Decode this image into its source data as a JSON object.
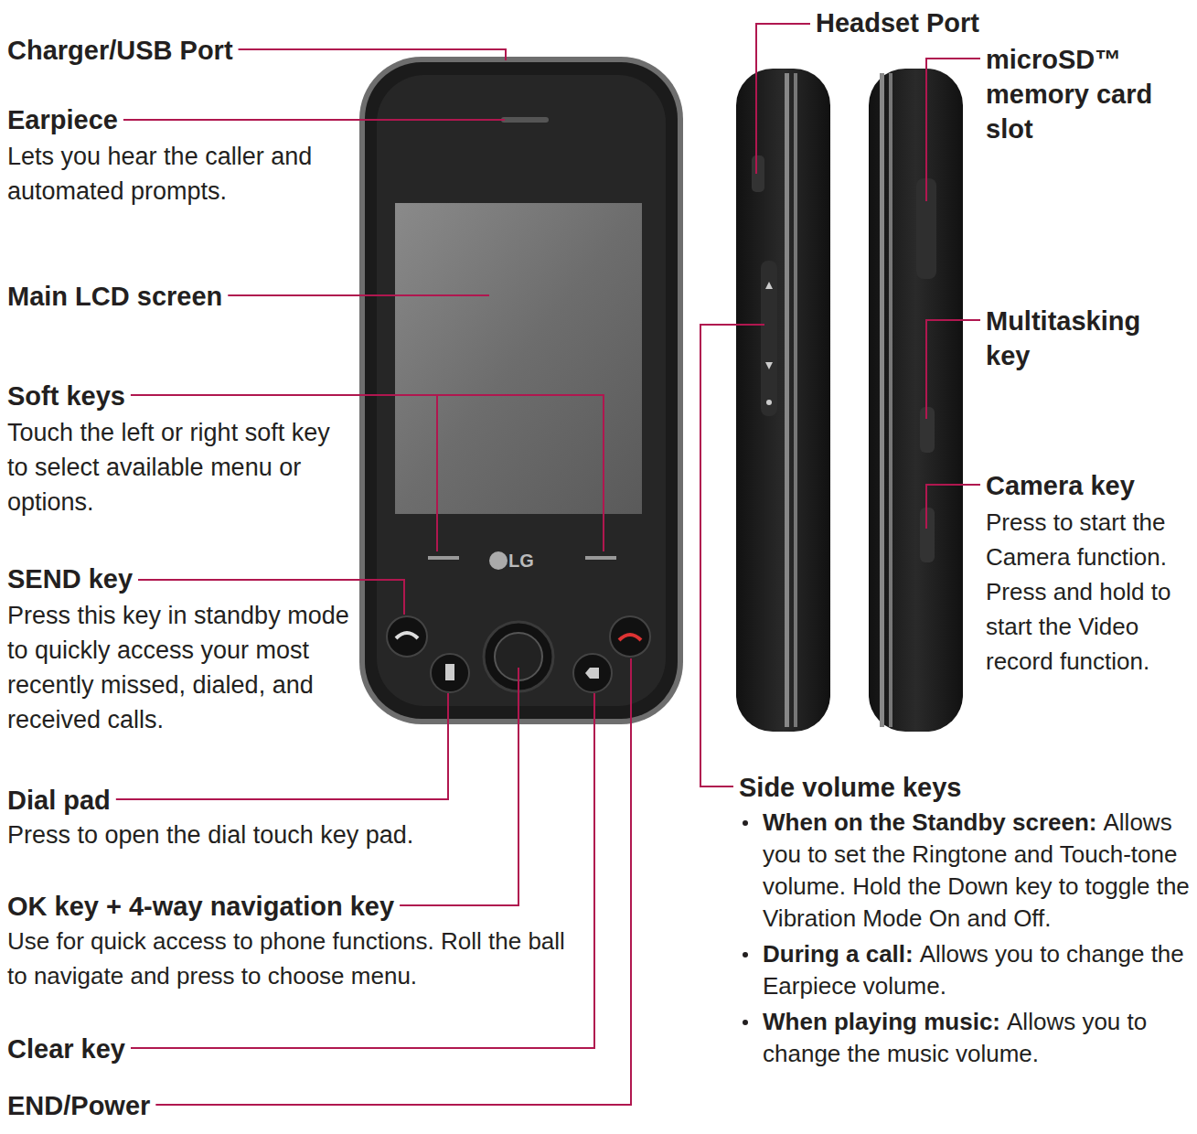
{
  "diagram": {
    "labels": [
      "Charger/USB Port",
      "Earpiece",
      "Lets you hear the caller and automated prompts.",
      "Main LCD screen",
      "Soft keys",
      "Touch the left or right soft key to select available menu or options.",
      "SEND key",
      "Press this key in standby mode to quickly access your most recently missed, dialed, and received calls.",
      "Dial pad",
      "Press to open the dial touch key pad.",
      "OK key + 4-way navigation key",
      "Use for quick access to phone functions. Roll the ball to navigate and press to choose menu.",
      "Clear key",
      "END/Power",
      "Headset Port",
      "microSD™ memory card slot",
      "Multitasking key",
      "Camera key",
      "Press to start the Camera function. Press and hold to start the Video record function.",
      "Side volume keys",
      "When on the Standby screen:",
      "Allows you to set the Ringtone and Touch-tone volume. Hold the Down key to toggle the Vibration Mode On and Off.",
      "During a call:",
      "Allows you to change the Earpiece volume.",
      "When playing music:",
      "Allows you to change the music volume.",
      "LG"
    ]
  }
}
